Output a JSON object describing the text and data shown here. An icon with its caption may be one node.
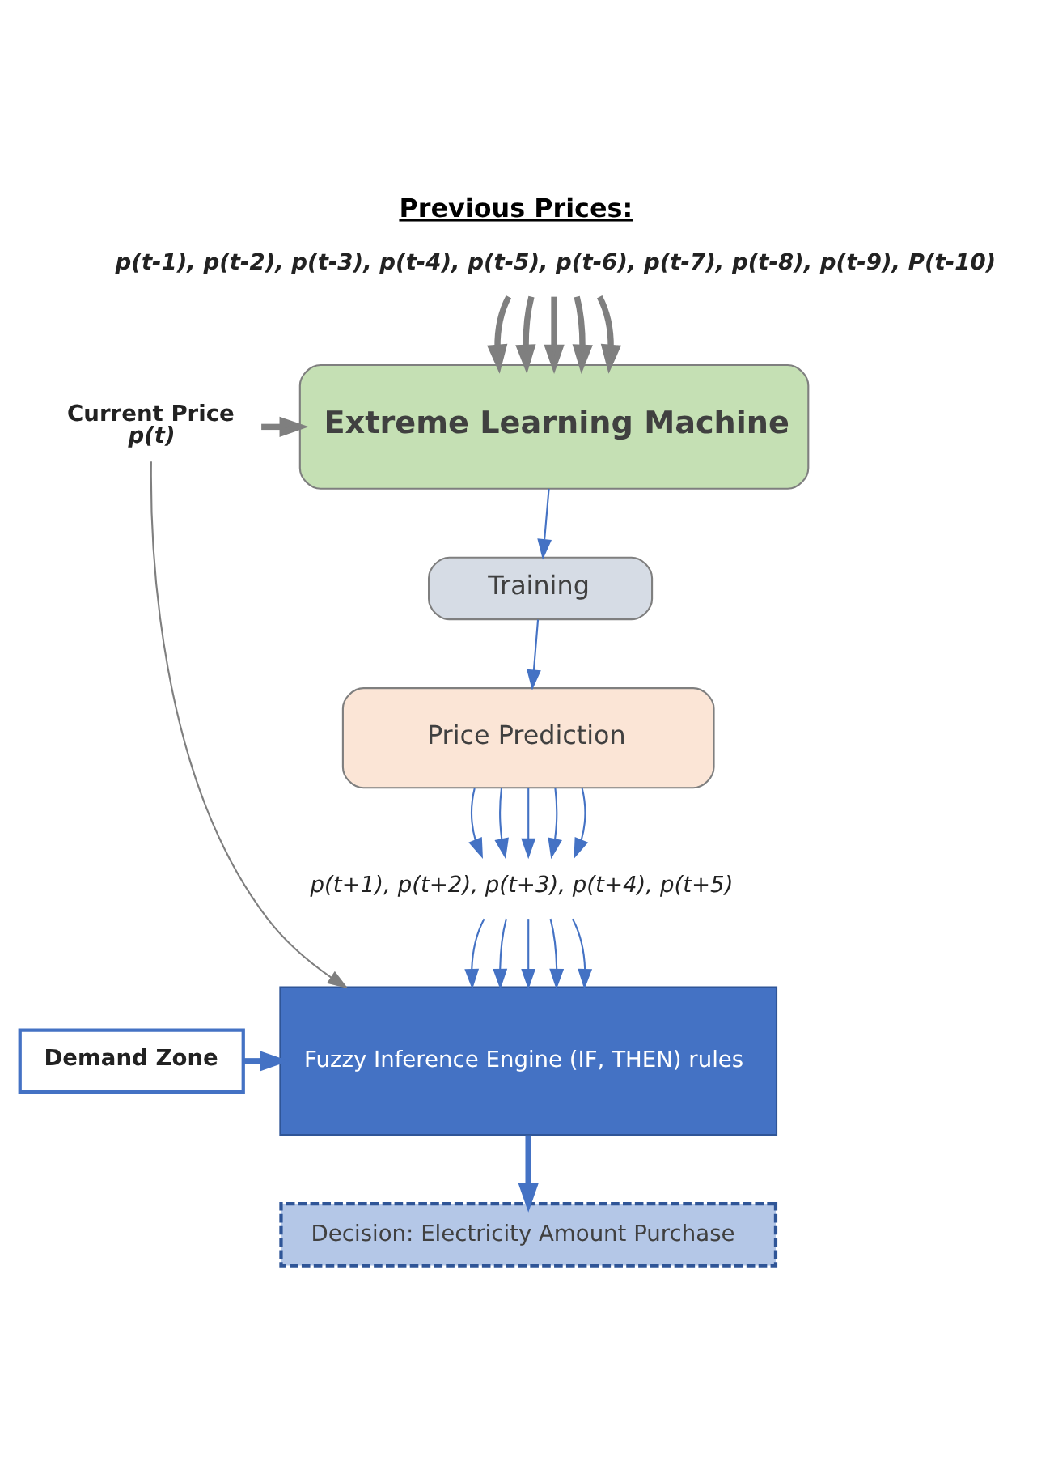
{
  "diagram": {
    "title": "Previous Prices:",
    "nodes": [
      {
        "text": [
          "p(t-1), p(t-2), p(t-3), p(t-4), p(t-5), p(t-6), p(t-7), p(t-8), p(t-9), P(t-10)"
        ]
      },
      {
        "text": [
          "Extreme Learning Machine"
        ]
      },
      {
        "text": [
          "Training"
        ]
      },
      {
        "text": [
          "Price Prediction"
        ]
      },
      {
        "text": [
          "p(t+1), p(t+2), p(t+3), p(t+4), p(t+5)"
        ]
      },
      {
        "text": [
          "Fuzzy Inference Engine (IF, THEN) rules"
        ]
      },
      {
        "text": [
          "Current Price",
          "p(t)"
        ]
      },
      {
        "text": [
          "Demand Zone"
        ]
      },
      {
        "text": [
          "Decision: Electricity Amount Purchase"
        ]
      }
    ],
    "edges": [
      {
        "from": 0,
        "to": 1,
        "arrow": "to",
        "style": "thick",
        "color": "#7f7f7f"
      },
      {
        "from": 0,
        "to": 1,
        "arrow": "to",
        "style": "thick",
        "color": "#7f7f7f"
      },
      {
        "from": 0,
        "to": 1,
        "arrow": "to",
        "style": "thick",
        "color": "#7f7f7f"
      },
      {
        "from": 0,
        "to": 1,
        "arrow": "to",
        "style": "thick",
        "color": "#7f7f7f"
      },
      {
        "from": 0,
        "to": 1,
        "arrow": "to",
        "style": "thick",
        "color": "#7f7f7f"
      },
      {
        "from": 6,
        "to": 1,
        "arrow": "to",
        "style": "thick",
        "color": "#7f7f7f"
      },
      {
        "from": 1,
        "to": 2,
        "arrow": "to"
      },
      {
        "from": 2,
        "to": 3,
        "arrow": "to"
      },
      {
        "from": 3,
        "to": 4,
        "arrow": "to"
      },
      {
        "from": 3,
        "to": 4,
        "arrow": "to"
      },
      {
        "from": 3,
        "to": 4,
        "arrow": "to"
      },
      {
        "from": 3,
        "to": 4,
        "arrow": "to"
      },
      {
        "from": 3,
        "to": 4,
        "arrow": "to"
      },
      {
        "from": 4,
        "to": 5,
        "arrow": "to"
      },
      {
        "from": 4,
        "to": 5,
        "arrow": "to"
      },
      {
        "from": 4,
        "to": 5,
        "arrow": "to"
      },
      {
        "from": 4,
        "to": 5,
        "arrow": "to"
      },
      {
        "from": 4,
        "to": 5,
        "arrow": "to"
      },
      {
        "from": 6,
        "to": 5,
        "arrow": "to",
        "color": "#7f7f7f"
      },
      {
        "from": 7,
        "to": 5,
        "arrow": "to",
        "style": "thick"
      },
      {
        "from": 5,
        "to": 8,
        "arrow": "to",
        "style": "thick"
      }
    ]
  }
}
